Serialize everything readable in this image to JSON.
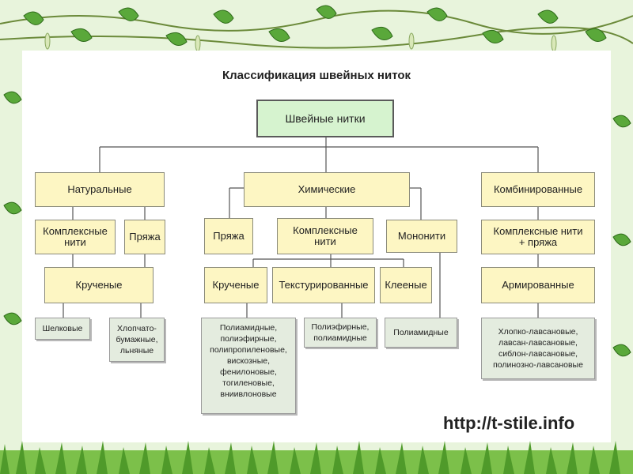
{
  "title": "Классификация швейных ниток",
  "root": "Швейные нитки",
  "branches": {
    "natural": "Натуральные",
    "chemical": "Химические",
    "combined": "Комбинированные"
  },
  "natural": {
    "complex": "Комплексные\nнити",
    "yarn": "Пряжа",
    "twisted": "Крученые",
    "silk": "Шелковые",
    "cotton": "Хлопчато-\nбумажные,\nльняные"
  },
  "chemical": {
    "yarn": "Пряжа",
    "complex": "Комплексные\nнити",
    "mono": "Мононити",
    "twisted": "Крученые",
    "textured": "Текстурированные",
    "glued": "Клееные",
    "list_twisted": "Полиамидные,\nполиэфирные,\nполипропиленовые,\nвискозные,\nфенилоновые,\nтогиленовые,\nвниивлоновые",
    "list_textured": "Полиэфирные,\nполиамидные",
    "list_mono": "Полиамидные"
  },
  "combined": {
    "complex_yarn": "Комплексные нити\n+ пряжа",
    "armored": "Армированные",
    "list": "Хлопко-лавсановые,\nлавсан-лавсановые,\nсиблон-лавсановые,\nполинозно-лавсановые"
  },
  "website": "http://t-stile.info",
  "colors": {
    "node_fill": "#fdf6c3",
    "root_fill": "#d6f3cf",
    "leaf_fill": "#e4ecdf",
    "connector": "#555555",
    "leaf_green": "#5aa83a"
  }
}
